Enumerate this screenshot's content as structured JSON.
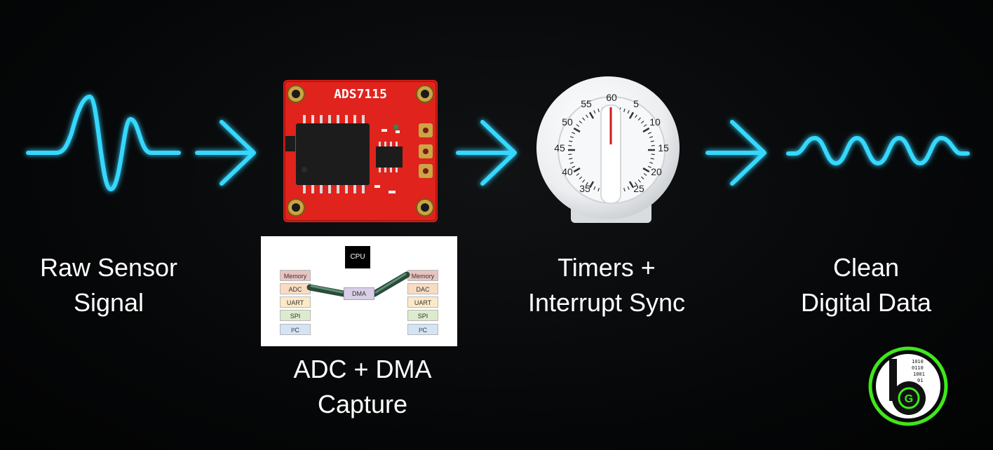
{
  "steps": [
    {
      "line1": "Raw Sensor",
      "line2": "Signal"
    },
    {
      "line1": "ADC + DMA",
      "line2": "Capture"
    },
    {
      "line1": "Timers +",
      "line2": "Interrupt Sync"
    },
    {
      "line1": "Clean",
      "line2": "Digital Data"
    }
  ],
  "chip": {
    "label": "ADS7115"
  },
  "dma_diagram": {
    "cpu": "CPU",
    "dma": "DMA",
    "left_registers": [
      "Memory",
      "ADC",
      "UART",
      "SPI",
      "I²C"
    ],
    "right_registers": [
      "Memory",
      "DAC",
      "UART",
      "SPI",
      "I²C"
    ]
  },
  "timer": {
    "dial_numbers": [
      "60",
      "5",
      "10",
      "15",
      "20",
      "25",
      "35",
      "40",
      "45",
      "50",
      "55"
    ]
  },
  "logo": {
    "letters": "bG"
  },
  "colors": {
    "accent": "#35d8ff",
    "pcb": "#e0231c",
    "logo_ring": "#3ee81a"
  },
  "icons": [
    "raw-signal-wave-icon",
    "right-arrow-icon",
    "adc-chip-board",
    "dma-diagram",
    "kitchen-timer-icon",
    "clean-sine-wave-icon",
    "brand-logo-icon"
  ]
}
